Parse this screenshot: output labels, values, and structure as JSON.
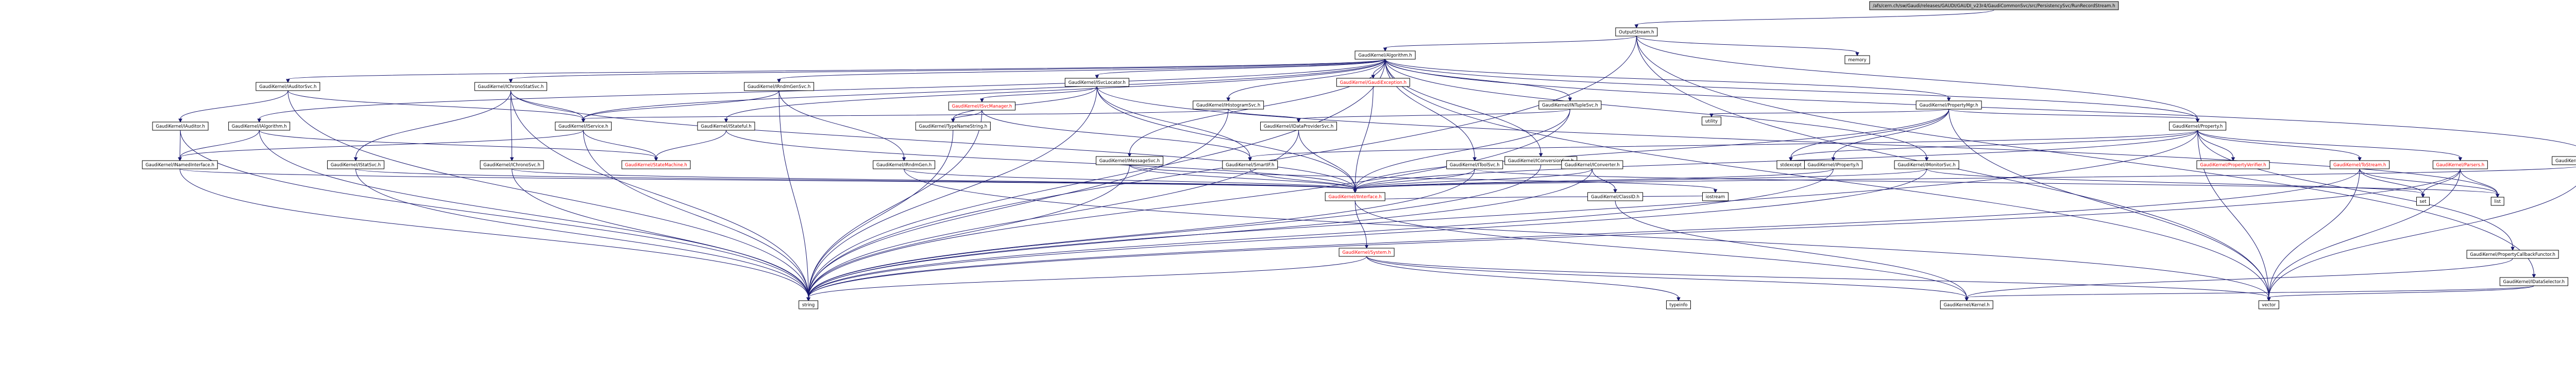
{
  "nodes": [
    {
      "id": "root",
      "label": "/afs/cern.ch/sw/Gaudi/releases/GAUDI/GAUDI_v23r4/GaudiCommonSvc/src/PersistencySvc/RunRecordStream.h",
      "root": true
    },
    {
      "id": "outputstream",
      "label": "OutputStream.h"
    },
    {
      "id": "memory",
      "label": "memory"
    },
    {
      "id": "algorithm",
      "label": "GaudiKernel/Algorithm.h"
    },
    {
      "id": "isvclocator",
      "label": "GaudiKernel/ISvcLocator.h"
    },
    {
      "id": "gaudiexception",
      "label": "GaudiKernel/GaudiException.h",
      "red": true
    },
    {
      "id": "iauditorsvc",
      "label": "GaudiKernel/IAuditorSvc.h"
    },
    {
      "id": "ichronostatsvc",
      "label": "GaudiKernel/IChronoStatSvc.h"
    },
    {
      "id": "irndmgensvc",
      "label": "GaudiKernel/IRndmGenSvc.h"
    },
    {
      "id": "isvcmanager",
      "label": "GaudiKernel/ISvcManager.h",
      "red": true
    },
    {
      "id": "ihistogramsvc",
      "label": "GaudiKernel/IHistogramSvc.h"
    },
    {
      "id": "intuplesvc",
      "label": "GaudiKernel/INTupleSvc.h"
    },
    {
      "id": "propertymgr",
      "label": "GaudiKernel/PropertyMgr.h"
    },
    {
      "id": "iauditor",
      "label": "GaudiKernel/IAuditor.h"
    },
    {
      "id": "ialgorithm",
      "label": "GaudiKernel/IAlgorithm.h"
    },
    {
      "id": "iservice",
      "label": "GaudiKernel/IService.h"
    },
    {
      "id": "istateful",
      "label": "GaudiKernel/IStateful.h"
    },
    {
      "id": "typenamestring",
      "label": "GaudiKernel/TypeNameString.h"
    },
    {
      "id": "idataprovidersvc",
      "label": "GaudiKernel/IDataProviderSvc.h"
    },
    {
      "id": "iconversionsvc",
      "label": "GaudiKernel/IConversionSvc.h"
    },
    {
      "id": "utility",
      "label": "utility"
    },
    {
      "id": "property",
      "label": "GaudiKernel/Property.h"
    },
    {
      "id": "imessagesvc",
      "label": "GaudiKernel/IMessageSvc.h"
    },
    {
      "id": "imsgcontextsvc",
      "label": "GaudiKernel/IAlgContextSvc.h"
    },
    {
      "id": "inamedinterface",
      "label": "GaudiKernel/INamedInterface.h"
    },
    {
      "id": "istatsvc",
      "label": "GaudiKernel/IStatSvc.h"
    },
    {
      "id": "ichronosvc",
      "label": "GaudiKernel/IChronoSvc.h"
    },
    {
      "id": "statemachine",
      "label": "GaudiKernel/StateMachine.h",
      "red": true
    },
    {
      "id": "irndmgen",
      "label": "GaudiKernel/IRndmGen.h"
    },
    {
      "id": "smartif",
      "label": "GaudiKernel/SmartIF.h"
    },
    {
      "id": "itoolsvc",
      "label": "GaudiKernel/IToolSvc.h"
    },
    {
      "id": "iconverter",
      "label": "GaudiKernel/IConverter.h"
    },
    {
      "id": "stdexcept",
      "label": "stdexcept"
    },
    {
      "id": "propertyverifier",
      "label": "GaudiKernel/PropertyVerifier.h",
      "red": true
    },
    {
      "id": "toStream",
      "label": "GaudiKernel/ToStream.h",
      "red": true
    },
    {
      "id": "parsers",
      "label": "GaudiKernel/Parsers.h",
      "red": true
    },
    {
      "id": "iproperty",
      "label": "GaudiKernel/IProperty.h"
    },
    {
      "id": "imonitorsvc",
      "label": "GaudiKernel/IMonitorSvc.h"
    },
    {
      "id": "iinterface",
      "label": "GaudiKernel/IInterface.h",
      "red": true
    },
    {
      "id": "classid",
      "label": "GaudiKernel/ClassID.h"
    },
    {
      "id": "iostream",
      "label": "iostream"
    },
    {
      "id": "set",
      "label": "set"
    },
    {
      "id": "list",
      "label": "list"
    },
    {
      "id": "system",
      "label": "GaudiKernel/System.h",
      "red": true
    },
    {
      "id": "propertycallbackfunctor",
      "label": "GaudiKernel/PropertyCallbackFunctor.h"
    },
    {
      "id": "idataselector",
      "label": "GaudiKernel/IDataSelector.h"
    },
    {
      "id": "string",
      "label": "string"
    },
    {
      "id": "typeinfo",
      "label": "typeinfo"
    },
    {
      "id": "kernel",
      "label": "GaudiKernel/Kernel.h"
    },
    {
      "id": "vector",
      "label": "vector"
    }
  ]
}
